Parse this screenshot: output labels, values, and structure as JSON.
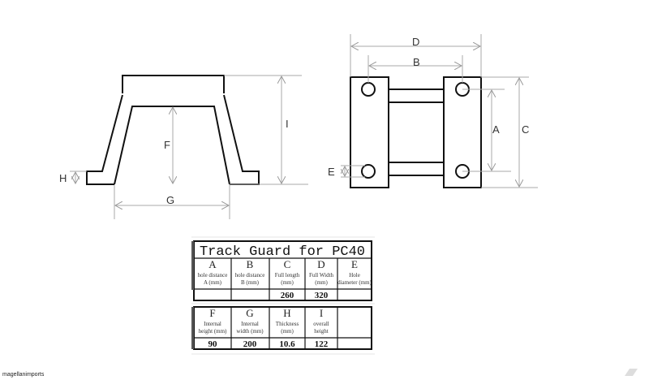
{
  "diagram": {
    "side_view_labels": {
      "H": "H",
      "F": "F",
      "G": "G",
      "I": "I"
    },
    "top_view_labels": {
      "D": "D",
      "B": "B",
      "A": "A",
      "C": "C",
      "E": "E"
    }
  },
  "table": {
    "title": "Track Guard for PC40",
    "row1": [
      {
        "letter": "A",
        "desc1": "hole distance",
        "desc2": "A (mm)",
        "value": ""
      },
      {
        "letter": "B",
        "desc1": "hole distance",
        "desc2": "B (mm)",
        "value": ""
      },
      {
        "letter": "C",
        "desc1": "Full length",
        "desc2": "(mm)",
        "value": "260"
      },
      {
        "letter": "D",
        "desc1": "Full Width",
        "desc2": "(mm)",
        "value": "320"
      },
      {
        "letter": "E",
        "desc1": "Hole",
        "desc2": "diameter (mm)",
        "value": ""
      }
    ],
    "row2": [
      {
        "letter": "F",
        "desc1": "Internal",
        "desc2": "height (mm)",
        "value": "90"
      },
      {
        "letter": "G",
        "desc1": "Internal",
        "desc2": "width (mm)",
        "value": "200"
      },
      {
        "letter": "H",
        "desc1": "Thickness",
        "desc2": "(mm)",
        "value": "10.6"
      },
      {
        "letter": "I",
        "desc1": "overall",
        "desc2": "height",
        "value": "122"
      },
      {
        "letter": "",
        "desc1": "",
        "desc2": "",
        "value": ""
      }
    ]
  },
  "watermark": "magellanimports"
}
